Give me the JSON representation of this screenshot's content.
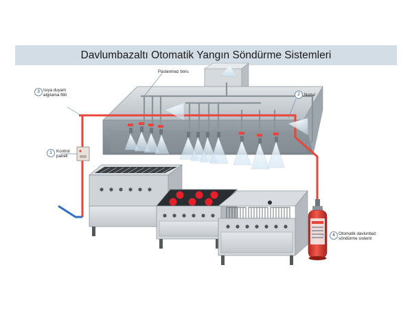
{
  "title": "Davlumbazaltı Otomatik Yangın Söndürme Sistemleri",
  "labels": {
    "pipe": "Paslanmaz boru",
    "callout1_num": "1",
    "callout1_line1": "Kontrol",
    "callout1_line2": "paneli",
    "callout2_num": "2",
    "callout2_text": "Nozul",
    "callout3_num": "3",
    "callout3_line1": "Isıya duyarlı",
    "callout3_line2": "algılama fitili",
    "callout4_num": "4",
    "callout4_line1": "Otomatik davlunbaz",
    "callout4_line2": "söndürme sistemi"
  },
  "colors": {
    "title_band": "#d3dde6",
    "detection_line": "#e8463a",
    "water_pipe": "#2e6fc2",
    "cylinder": "#e2463a",
    "steel": "#c7ccd1",
    "burner": "#e5202a"
  }
}
